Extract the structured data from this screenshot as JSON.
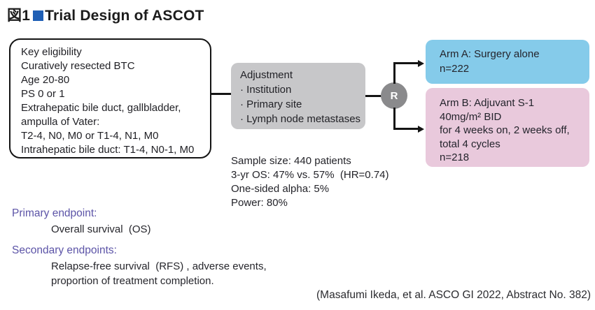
{
  "title": {
    "figure_label": "図1",
    "text": "Trial Design of ASCOT"
  },
  "eligibility": {
    "lines": [
      "Key eligibility",
      "Curatively resected BTC",
      "Age 20-80",
      "PS 0 or 1",
      "Extrahepatic bile duct, gallbladder,",
      "ampulla of Vater:",
      "T2-4, N0, M0 or T1-4, N1, M0",
      "Intrahepatic bile duct: T1-4, N0-1, M0"
    ]
  },
  "adjustment": {
    "title": "Adjustment",
    "items": [
      "· Institution",
      "· Primary site",
      "· Lymph node metastases"
    ]
  },
  "randomization": {
    "label": "R"
  },
  "arm_a": {
    "lines": [
      "Arm A: Surgery alone",
      "n=222"
    ]
  },
  "arm_b": {
    "lines": [
      "Arm B: Adjuvant S-1",
      "40mg/m² BID",
      "for 4 weeks on, 2 weeks off,",
      "total 4 cycles",
      "n=218"
    ]
  },
  "stats": {
    "lines": [
      "Sample size: 440 patients",
      "3-yr OS: 47% vs. 57%  (HR=0.74)",
      "One-sided alpha: 5%",
      "Power: 80%"
    ]
  },
  "endpoints": {
    "primary": {
      "heading": "Primary endpoint:",
      "body": "Overall survival  (OS)"
    },
    "secondary": {
      "heading": "Secondary endpoints:",
      "body_lines": [
        "Relapse-free survival  (RFS) , adverse events,",
        "proportion of treatment completion."
      ]
    }
  },
  "citation": "(Masafumi Ikeda, et al. ASCO GI 2022, Abstract No. 382)",
  "colors": {
    "title_square_blue": "#1f5fb5",
    "arm_a_blue": "#85cbea",
    "arm_b_pink": "#e9c9dc",
    "adjustment_gray": "#c7c7c9",
    "randomization_gray": "#8a8a8c",
    "endpoint_heading_purple": "#5c54a7",
    "line_black": "#141414"
  }
}
